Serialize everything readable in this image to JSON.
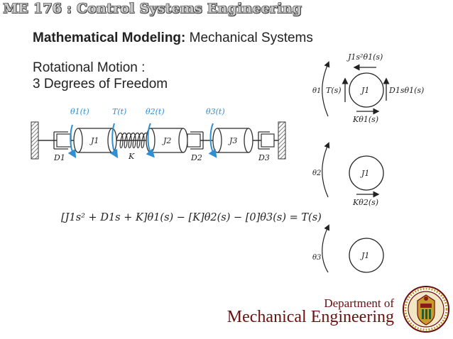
{
  "header": {
    "course": "ME 176 :  Control Systems Engineering"
  },
  "slide": {
    "title_bold": "Mathematical Modeling:",
    "title_rest": " Mechanical Systems",
    "subtitle_line1": "Rotational Motion :",
    "subtitle_line2": "3 Degrees of Freedom"
  },
  "diagram": {
    "theta1": "θ1(t)",
    "torque": "T(t)",
    "theta2": "θ2(t)",
    "theta3": "θ3(t)",
    "J1": "J1",
    "J2": "J2",
    "J3": "J3",
    "K": "K",
    "D1": "D1",
    "D2": "D2",
    "D3": "D3"
  },
  "fbd": {
    "top": {
      "inertia": "J1s²θ1(s)",
      "angle": "θ1",
      "torque": "T(s)",
      "mass": "J1",
      "damping": "D1sθ1(s)",
      "spring": "Kθ1(s)"
    },
    "middle": {
      "angle": "θ2",
      "mass": "J1",
      "spring": "Kθ2(s)"
    },
    "bottom": {
      "angle": "θ3",
      "mass": "J1"
    }
  },
  "equation": "[J1s² + D1s + K]θ1(s) − [K]θ2(s) − [0]θ3(s) = T(s)",
  "footer": {
    "dept_top": "Department of",
    "dept_name": "Mechanical Engineering"
  },
  "colors": {
    "arrow_blue": "#2f8fd2",
    "maroon": "#6b0f0f",
    "seal_gold": "#c89b2a"
  }
}
